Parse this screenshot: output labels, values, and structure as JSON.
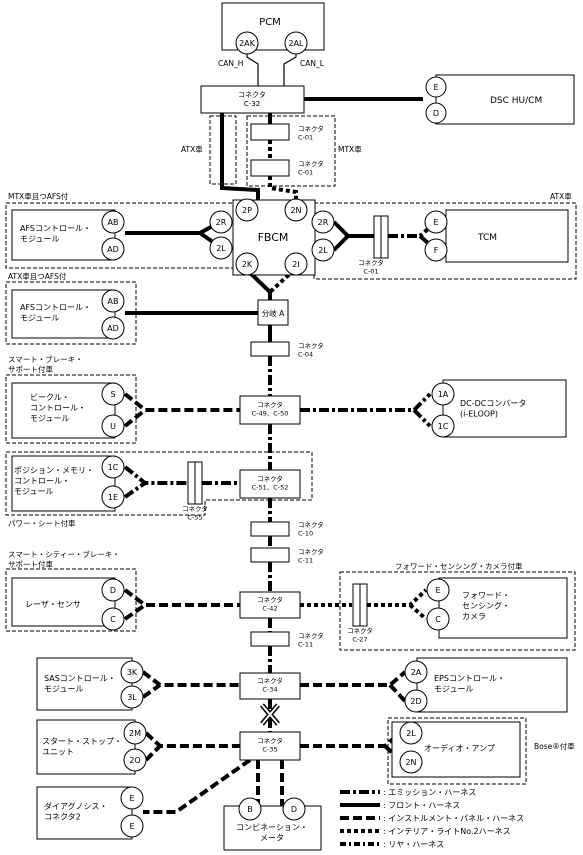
{
  "modules": {
    "pcm": "PCM",
    "dsc": "DSC HU/CM",
    "fbcm": "FBCM",
    "tcm": "TCM",
    "afs": "AFSコントロール・\nモジュール",
    "bcm": "ビークル・\nコントロール・\nモジュール",
    "dcdc": "DC-DCコンバータ\n(i-ELOOP)",
    "pos": "ポジション・メモリ・\nコントロール・\nモジュール",
    "laser": "レーザ・センサ",
    "fcam": "フォワード・\nセンシング・\nカメラ",
    "sas": "SASコントロール・\nモジュール",
    "eps": "EPSコントロール・\nモジュール",
    "ss": "スタート・ストップ・\nユニット",
    "amp": "オーディオ・アンプ",
    "dlc": "ダイアグノシス・\nコネクタ2",
    "combi": "コンビネーション・\nメータ",
    "branch": "分岐 A"
  },
  "pins": {
    "pcm_2ak": "2AK",
    "pcm_2al": "2AL",
    "dsc_e": "E",
    "dsc_d": "D",
    "fbcm_2p": "2P",
    "fbcm_2n": "2N",
    "fbcm_2r_l": "2R",
    "fbcm_2l_l": "2L",
    "fbcm_2r_r": "2R",
    "fbcm_2l_r": "2L",
    "fbcm_2k": "2K",
    "fbcm_2i": "2I",
    "afs1_ab": "AB",
    "afs1_ad": "AD",
    "afs2_ab": "AB",
    "afs2_ad": "AD",
    "tcm_e": "E",
    "tcm_f": "F",
    "bcm_s": "S",
    "bcm_u": "U",
    "dcdc_1a": "1A",
    "dcdc_1c": "1C",
    "pos_1c": "1C",
    "pos_1e": "1E",
    "laser_d": "D",
    "laser_c": "C",
    "fcam_e": "E",
    "fcam_c": "C",
    "sas_3k": "3K",
    "sas_3l": "3L",
    "eps_2a": "2A",
    "eps_2d": "2D",
    "ss_2m": "2M",
    "ss_2o": "2O",
    "amp_2l": "2L",
    "amp_2n": "2N",
    "dlc_e1": "E",
    "dlc_e2": "E",
    "combi_b": "B",
    "combi_d": "D"
  },
  "connectors": {
    "c32": "コネクタ\nC-32",
    "c01a": "コネクタ\nC-01",
    "c01b": "コネクタ\nC-01",
    "c01c": "コネクタ\nC-01",
    "c04": "コネクタ\nC-04",
    "c49": "コネクタ\nC-49、C-50",
    "c51": "コネクタ\nC-51、C-52",
    "c55": "コネクタ\nC-55",
    "c10": "コネクタ\nC-10",
    "c11a": "コネクタ\nC-11",
    "c42": "コネクタ\nC-42",
    "c27": "コネクタ\nC-27",
    "c11b": "コネクタ\nC-11",
    "c34": "コネクタ\nC-34",
    "c35": "コネクタ\nC-35"
  },
  "labels": {
    "can_h": "CAN_H",
    "can_l": "CAN_L",
    "atx1": "ATX車",
    "mtx1": "MTX車",
    "mtx_afs": "MTX車且つAFS付",
    "atx2": "ATX車",
    "atx_afs": "ATX車且つAFS付",
    "smart_brake": "スマート・ブレーキ・\nサポート付車",
    "power_seat": "パワー・シート付車",
    "scbs": "スマート・シティー・ブレーキ・\nサポート付車",
    "fsc": "フォワード・センシング・カメラ付車",
    "bose": "Bose®付車"
  },
  "legend": [
    {
      "label": ": エミッション・ハーネス",
      "style": "dashdot"
    },
    {
      "label": ": フロント・ハーネス",
      "style": "solid"
    },
    {
      "label": ": インストルメント・パネル・ハーネス",
      "style": "longdash"
    },
    {
      "label": ": インテリア・ライトNo.2ハーネス",
      "style": "dotted"
    },
    {
      "label": ": リヤ・ハーネス",
      "style": "dashdot2"
    }
  ]
}
